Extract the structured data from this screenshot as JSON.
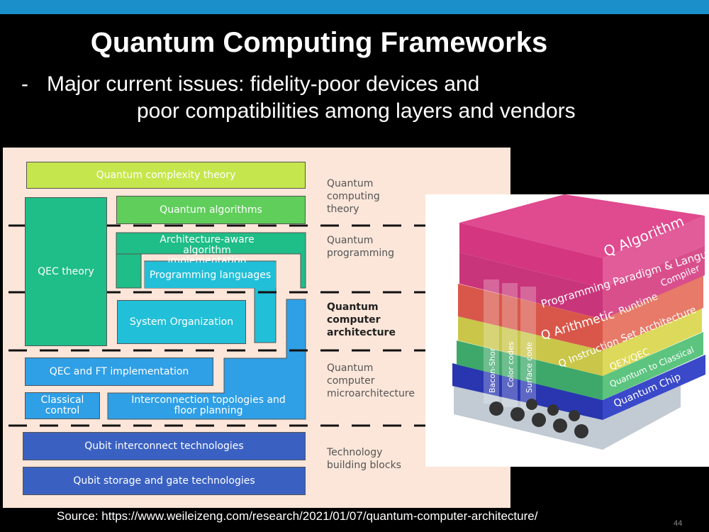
{
  "slide": {
    "title": "Quantum Computing Frameworks",
    "bullet_marker": "-",
    "bullet_line1": "Major current issues:  fidelity-poor devices and",
    "bullet_line2": "poor compatibilities among layers and vendors",
    "source": "Source: https://www.weileizeng.com/research/2021/01/07/quantum-computer-architecture/",
    "page_number": "44"
  },
  "diagram": {
    "boxes": {
      "complexity": "Quantum complexity theory",
      "algorithms": "Quantum algorithms",
      "qec_theory": "QEC theory",
      "arch_aware": "Architecture-aware algorithm implementation",
      "prog_lang": "Programming languages",
      "sys_org": "System Organization",
      "qec_ft": "QEC and FT implementation",
      "classical": "Classical control",
      "interconnect_topo": "Interconnection topologies and floor planning",
      "qubit_interconnect": "Qubit interconnect technologies",
      "qubit_storage": "Qubit storage and gate technologies"
    },
    "labels": {
      "theory": "Quantum computing theory",
      "programming": "Quantum programming",
      "architecture": "Quantum computer architecture",
      "microarchitecture": "Quantum computer microarchitecture",
      "technology": "Technology building blocks"
    },
    "colors": {
      "lime": "#c6e64d",
      "green": "#5fce5a",
      "teal": "#1fbd87",
      "cyan": "#22bfd8",
      "blue": "#2f9fe6",
      "navy": "#3a61c2"
    }
  },
  "stack": {
    "layers": {
      "algorithm": "Q Algorithm",
      "paradigm": "Programming Paradigm & Languages",
      "compiler": "Compiler",
      "arithmetic": "Q Arithmetic",
      "runtime": "Runtime",
      "isa": "Q Instruction Set Architecture",
      "qex": "QEX/QEC",
      "q2c": "Quantum to Classical",
      "chip": "Quantum Chip"
    },
    "codes": {
      "bacon": "Bacon-Shor",
      "color": "Color codes",
      "surface": "Surface code"
    }
  }
}
